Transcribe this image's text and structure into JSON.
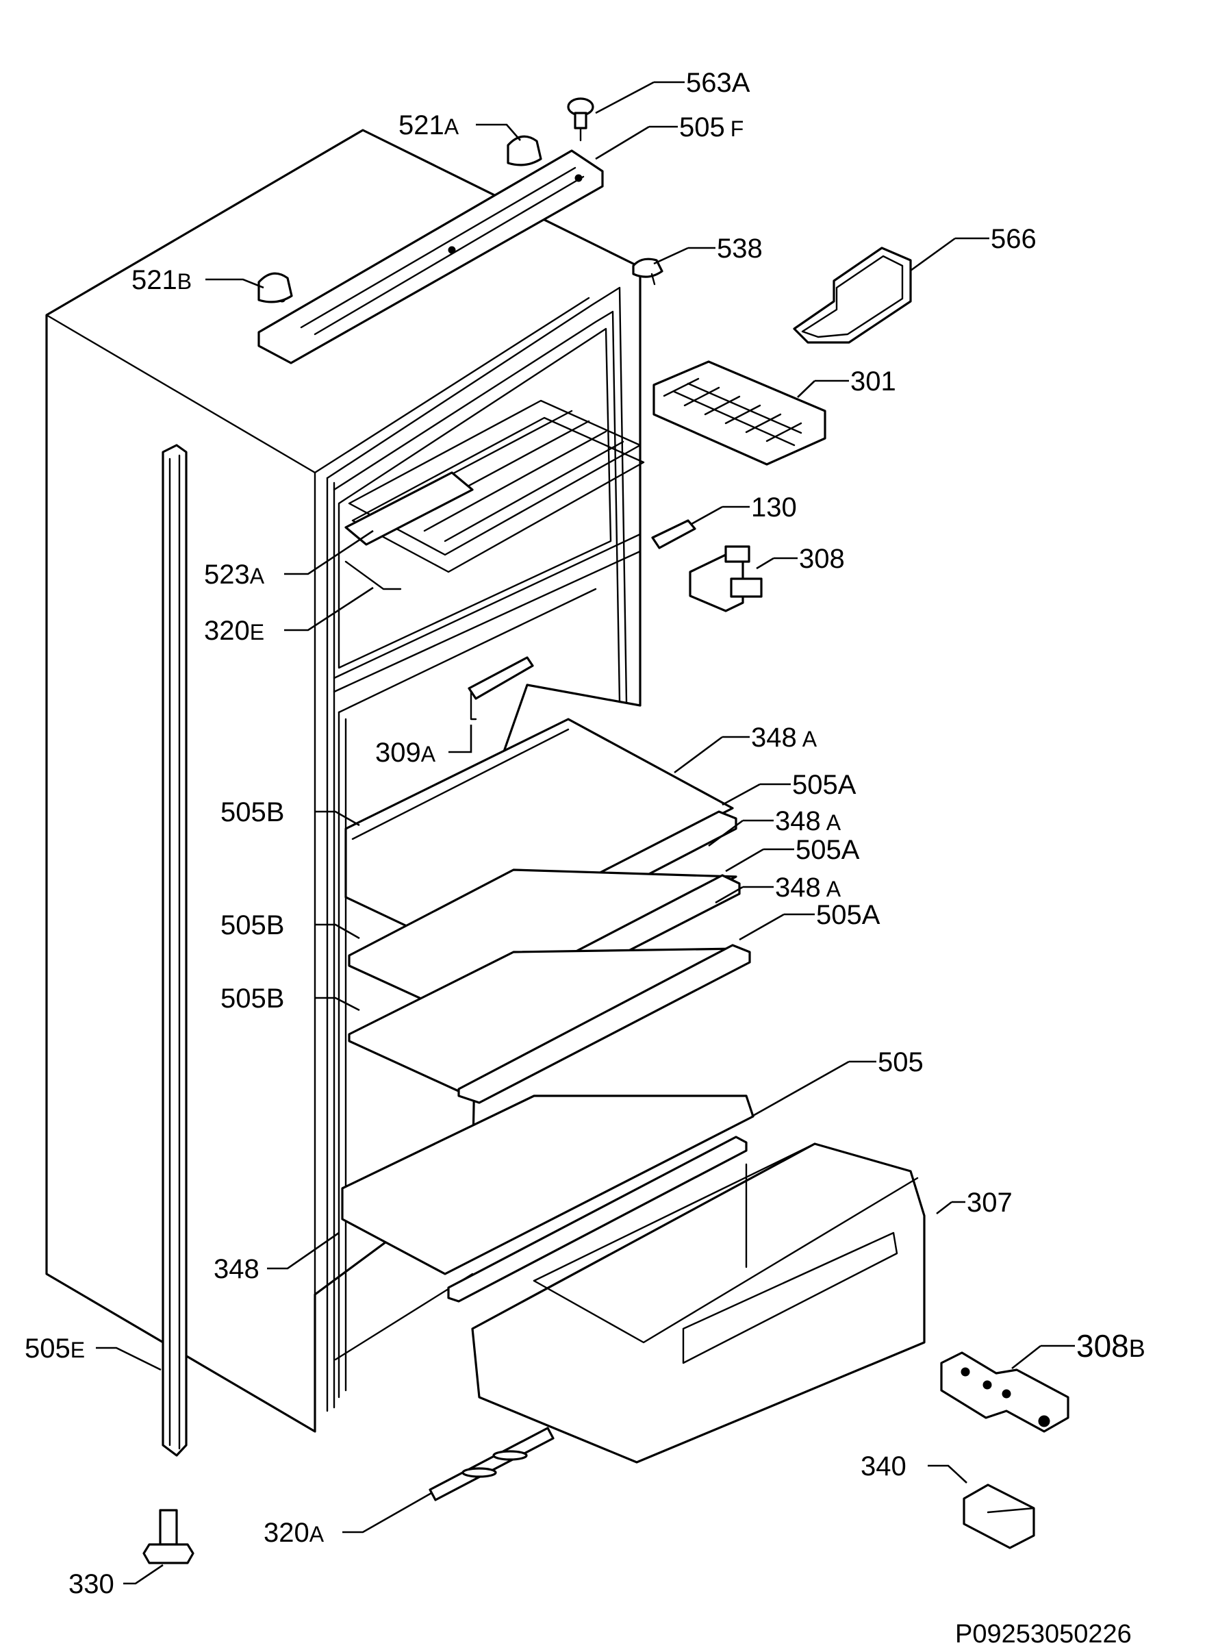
{
  "labels": {
    "l563a": {
      "main": "563A",
      "suffix": ""
    },
    "l505f": {
      "main": "505",
      "suffix": "F"
    },
    "l521a": {
      "main": "521",
      "suffix": "A"
    },
    "l538": {
      "main": "538",
      "suffix": ""
    },
    "l566": {
      "main": "566",
      "suffix": ""
    },
    "l521b": {
      "main": "521",
      "suffix": "B"
    },
    "l301": {
      "main": "301",
      "suffix": ""
    },
    "l130": {
      "main": "130",
      "suffix": ""
    },
    "l308": {
      "main": "308",
      "suffix": ""
    },
    "l523a": {
      "main": "523",
      "suffix": "A"
    },
    "l320e": {
      "main": "320",
      "suffix": "E"
    },
    "l309a": {
      "main": "309",
      "suffix": "A"
    },
    "l348a1": {
      "main": "348",
      "suffix": "A"
    },
    "l505a1": {
      "main": "505A",
      "suffix": ""
    },
    "l505b1": {
      "main": "505B",
      "suffix": ""
    },
    "l348a2": {
      "main": "348",
      "suffix": "A"
    },
    "l505a2": {
      "main": "505A",
      "suffix": ""
    },
    "l348a3": {
      "main": "348",
      "suffix": "A"
    },
    "l505a3": {
      "main": "505A",
      "suffix": ""
    },
    "l505b2": {
      "main": "505B",
      "suffix": ""
    },
    "l505b3": {
      "main": "505B",
      "suffix": ""
    },
    "l505": {
      "main": "505",
      "suffix": ""
    },
    "l307": {
      "main": "307",
      "suffix": ""
    },
    "l348": {
      "main": "348",
      "suffix": ""
    },
    "l505e": {
      "main": "505",
      "suffix": "E"
    },
    "l308b": {
      "main": "308",
      "suffix": "B"
    },
    "l340": {
      "main": "340",
      "suffix": ""
    },
    "l320a": {
      "main": "320",
      "suffix": "A"
    },
    "l330": {
      "main": "330",
      "suffix": ""
    }
  },
  "drawing_code": "P09253050226"
}
